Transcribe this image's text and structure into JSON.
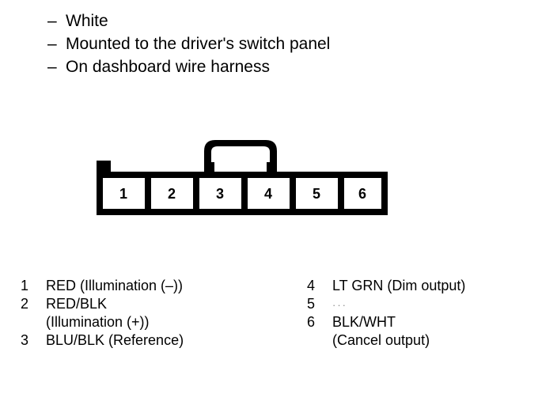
{
  "notes": {
    "dash": "–",
    "items": [
      "White",
      "Mounted to the driver's switch panel",
      "On dashboard wire harness"
    ]
  },
  "connector": {
    "name": "6-pin connector",
    "pin_labels": [
      "1",
      "2",
      "3",
      "4",
      "5",
      "6"
    ],
    "latch": "latch-tab",
    "notch": "keying-notch",
    "line_color": "#000000",
    "fill_color": "#ffffff"
  },
  "legend": {
    "left_column": [
      {
        "pin": "1",
        "lines": [
          "RED (Illumination (–))"
        ]
      },
      {
        "pin": "2",
        "lines": [
          "RED/BLK",
          "(Illumination (+))"
        ]
      },
      {
        "pin": "3",
        "lines": [
          "BLU/BLK (Reference)"
        ]
      }
    ],
    "right_column": [
      {
        "pin": "4",
        "lines": [
          "LT GRN (Dim output)"
        ]
      },
      {
        "pin": "5",
        "lines": [
          "···"
        ]
      },
      {
        "pin": "6",
        "lines": [
          "BLK/WHT",
          "(Cancel output)"
        ]
      }
    ]
  }
}
